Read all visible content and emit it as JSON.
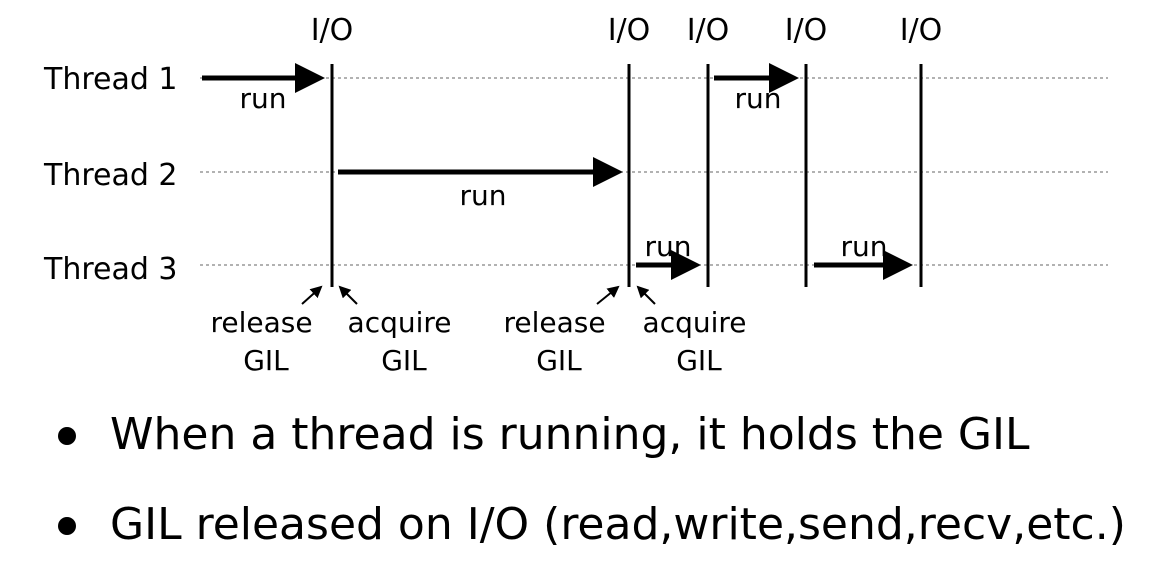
{
  "diagram": {
    "io_labels": [
      "I/O",
      "I/O",
      "I/O",
      "I/O",
      "I/O"
    ],
    "threads": [
      "Thread 1",
      "Thread 2",
      "Thread 3"
    ],
    "run_labels": [
      "run",
      "run",
      "run",
      "run",
      "run"
    ],
    "gil_labels": [
      {
        "line1": "release",
        "line2": "GIL"
      },
      {
        "line1": "acquire",
        "line2": "GIL"
      },
      {
        "line1": "release",
        "line2": "GIL"
      },
      {
        "line1": "acquire",
        "line2": "GIL"
      }
    ]
  },
  "bullets": [
    "When a thread is running, it holds the GIL",
    "GIL released on I/O (read,write,send,recv,etc.)"
  ]
}
